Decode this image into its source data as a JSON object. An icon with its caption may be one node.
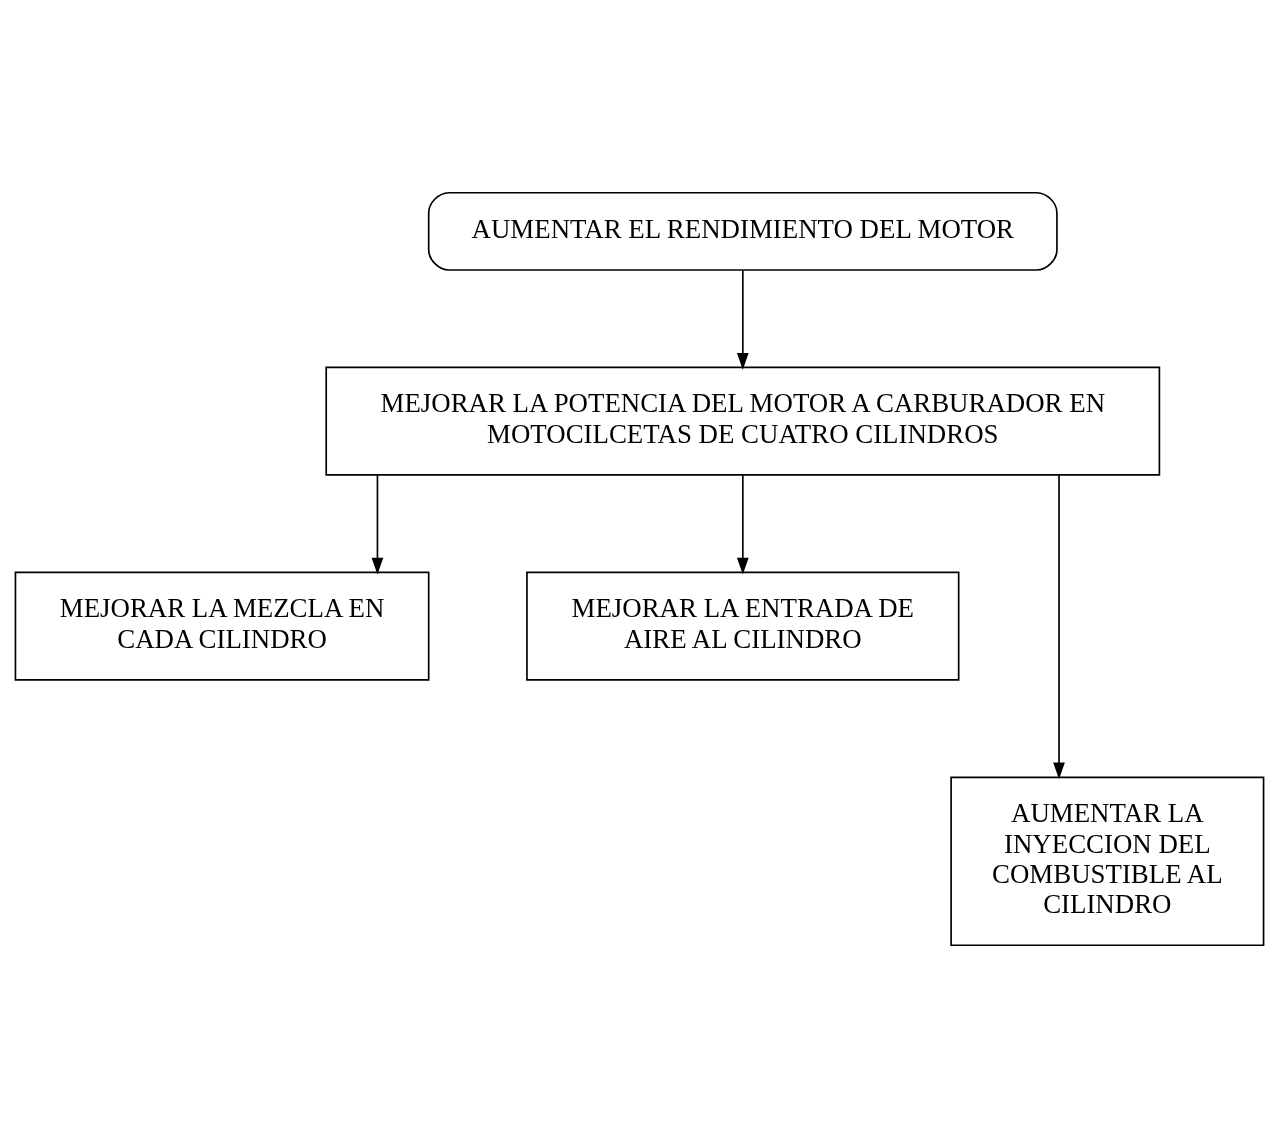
{
  "diagram": {
    "nodes": [
      {
        "text": [
          "AUMENTAR EL RENDIMIENTO DEL MOTOR"
        ]
      },
      {
        "text": [
          "MEJORAR LA POTENCIA DEL MOTOR A CARBURADOR EN MOTOCILCETAS DE CUATRO CILINDROS"
        ]
      },
      {
        "text": [
          "MEJORAR LA MEZCLA EN CADA CILINDRO"
        ]
      },
      {
        "text": [
          "MEJORAR LA ENTRADA DE AIRE AL CILINDRO"
        ]
      },
      {
        "text": [
          "AUMENTAR LA INYECCION DEL COMBUSTIBLE AL CILINDRO"
        ]
      }
    ],
    "edges": [
      {
        "from": 0,
        "to": 1,
        "arrow": "to"
      },
      {
        "from": 1,
        "to": 2,
        "arrow": "to"
      },
      {
        "from": 1,
        "to": 3,
        "arrow": "to"
      },
      {
        "from": 1,
        "to": 4,
        "arrow": "to"
      }
    ]
  }
}
